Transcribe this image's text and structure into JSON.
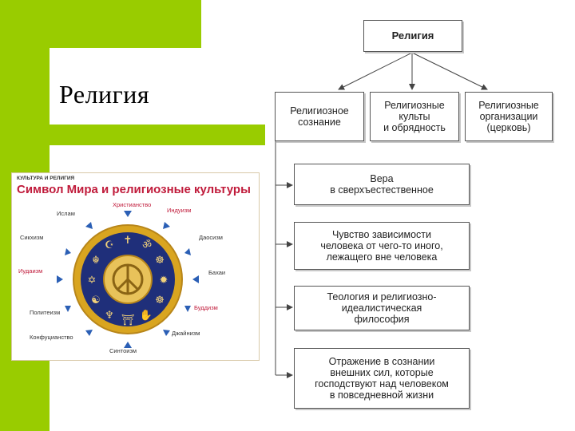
{
  "slide": {
    "title": "Религия"
  },
  "diagram": {
    "root": "Религия",
    "components": [
      "Религиозное\nсознание",
      "Религиозные\nкульты\nи обрядность",
      "Религиозные\nорганизации\n(церковь)"
    ],
    "elements": [
      "Вера\nв сверхъестественное",
      "Чувство зависимости\nчеловека от чего-то иного,\nлежащего вне человека",
      "Теология и религиозно-\nидеалистическая\nфилософия",
      "Отражение в сознании\nвнешних сил, которые\nгосподствуют над человеком\nв повседневной жизни"
    ]
  },
  "illustration": {
    "caption": "КУЛЬТУРА И РЕЛИГИЯ",
    "header": "Символ Мира и религиозные культуры",
    "labels": {
      "christianity": "Христианство",
      "hinduism": "Индуизм",
      "islam": "Ислам",
      "sikhism": "Сикхизм",
      "taoism": "Даосизм",
      "judaism": "Иудаизм",
      "bahai": "Бахаи",
      "polytheism": "Политеизм",
      "buddhism": "Буддизм",
      "confucianism": "Конфуцианство",
      "jainism": "Джайнизм",
      "shinto": "Синтоизм"
    },
    "colors": {
      "red": "#c01a3a",
      "gold": "#d9a520",
      "navy": "#1f2f7a"
    }
  }
}
